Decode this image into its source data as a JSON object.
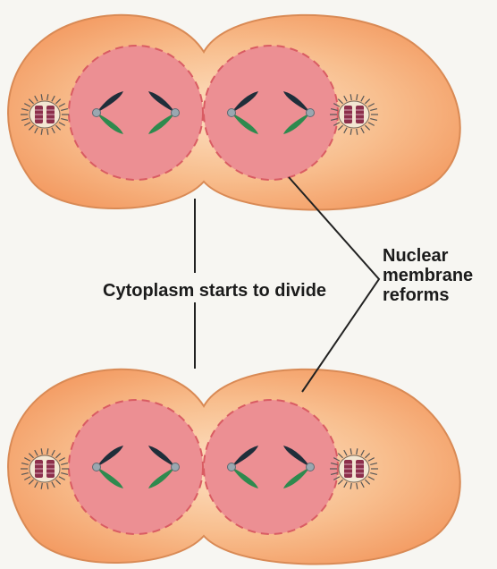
{
  "labels": {
    "cytoplasm": "Cytoplasm starts to divide",
    "nuclear_membrane_lines": [
      "Nuclear",
      "membrane",
      "reforms"
    ]
  },
  "colors": {
    "background": "#f7f6f2",
    "cytoplasm_fill": "#f4a56c",
    "cytoplasm_outline": "#d98a55",
    "nucleus_fill": "#ec8f93",
    "nucleus_membrane": "#d95c63",
    "chromatid_dark": "#1f2e3a",
    "chromatid_green": "#2e8a4e",
    "centromere": "#9aa7b0",
    "centriole": "#8c2f4b",
    "aster": "#555555",
    "label_line": "#222222"
  },
  "icons": [
    "centriole-icon",
    "aster-icon",
    "chromosome-icon"
  ]
}
